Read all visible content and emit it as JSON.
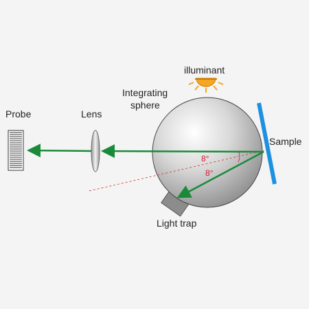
{
  "labels": {
    "illuminant": "illuminant",
    "integrating_sphere_line1": "Integrating",
    "integrating_sphere_line2": "sphere",
    "probe": "Probe",
    "lens": "Lens",
    "sample": "Sample",
    "light_trap": "Light trap",
    "angle_top": "8°",
    "angle_bottom": "8°"
  },
  "colors": {
    "beam": "#1a8a3a",
    "sample": "#1e90e0",
    "illuminant": "#f5a623",
    "angle_text": "#d11a2a",
    "sphere_edge": "#444444"
  },
  "icons": {
    "illuminant": "lamp-icon",
    "probe": "detector-grating-icon"
  }
}
